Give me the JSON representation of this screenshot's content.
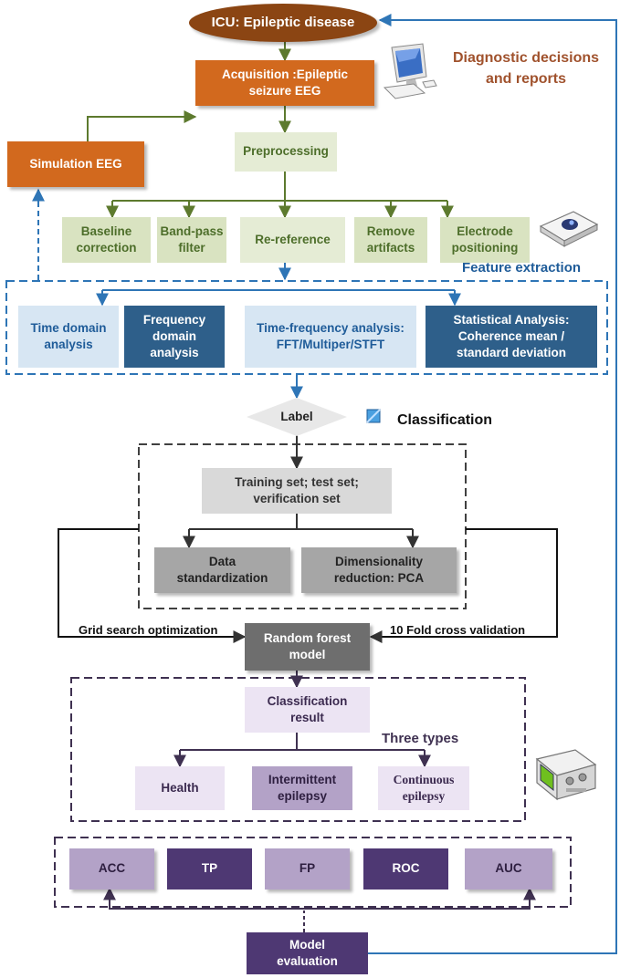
{
  "nodes": {
    "icu": "ICU: Epileptic disease",
    "acquisition": "Acquisition :Epileptic\nseizure EEG",
    "preprocessing": "Preprocessing",
    "simulation": "Simulation EEG",
    "baseline": "Baseline\ncorrection",
    "bandpass": "Band-pass\nfilter",
    "rereference": "Re-reference",
    "remove_artifacts": "Remove\nartifacts",
    "electrode": "Electrode\npositioning",
    "time_domain": "Time domain\nanalysis",
    "frequency_domain": "Frequency\ndomain\nanalysis",
    "time_frequency": "Time-frequency analysis:\nFFT/Multiper/STFT",
    "statistical": "Statistical Analysis:\nCoherence mean /\nstandard deviation",
    "label": "Label",
    "training": "Training set; test set;\nverification set",
    "standardization": "Data\nstandardization",
    "dim_reduction": "Dimensionality\nreduction: PCA",
    "random_forest": "Random forest\nmodel",
    "class_result": "Classification\nresult",
    "health": "Health",
    "intermittent": "Intermittent\nepilepsy",
    "continuous": "Continuous\nepilepsy",
    "acc": "ACC",
    "tp": "TP",
    "fp": "FP",
    "roc": "ROC",
    "auc": "AUC",
    "model_eval": "Model\nevaluation"
  },
  "labels": {
    "diagnostic": "Diagnostic decisions\nand reports",
    "feature_extraction": "Feature extraction",
    "classification": "Classification",
    "grid_search": "Grid search optimization",
    "cross_validation": "10 Fold cross validation",
    "three_types": "Three types"
  },
  "icons": [
    "computer-icon",
    "eye-device-icon",
    "classification-square-icon",
    "monitor-device-icon"
  ],
  "colors": {
    "orange": "#d2691e",
    "brown": "#8b4513",
    "green_arrow": "#5d7a2e",
    "blue": "#2e75b6",
    "purple_dash": "#3f3151",
    "dark_gray_dash": "#404040"
  }
}
